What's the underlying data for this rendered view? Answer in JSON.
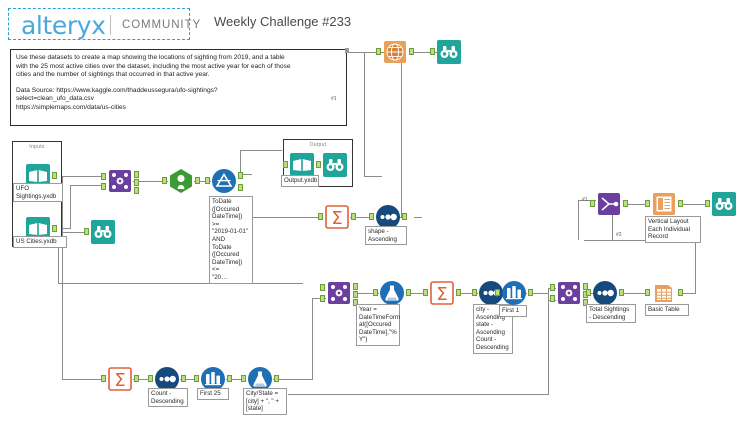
{
  "header": {
    "logo_text": "alteryx",
    "logo_divider": "|",
    "community_text": "COMMUNITY",
    "title": "Weekly Challenge #233",
    "brand_color": "#4aa8dd"
  },
  "comment": {
    "line1": "Use these datasets to create a map showing the locations of sighting from 2019, and a table",
    "line2": "with the 25 most active cities over the dataset, including the most active year for each of those",
    "line3": "cities and the number of sightings that occurred in that active year.",
    "source_line1": "Data Source: https://www.kaggle.com/thaddeussegura/ufo-sightings?",
    "source_line2": "select=clean_ufo_data.csv",
    "source_line3": "https://simplemaps.com/data/us-cities"
  },
  "containers": [
    {
      "name": "inputs-container",
      "header": "Inputs"
    },
    {
      "name": "output-container",
      "header": "Output"
    }
  ],
  "tools": [
    {
      "id": "input-ufo",
      "icon": "input-data-icon",
      "label": "UFO Sightings.yxdb",
      "color": "#1fa59a"
    },
    {
      "id": "input-uscities",
      "icon": "input-data-icon",
      "label": "US Cities.yxdb",
      "color": "#1fa59a"
    },
    {
      "id": "browse-left",
      "icon": "browse-icon",
      "label": "",
      "color": "#1fa59a"
    },
    {
      "id": "join-1",
      "icon": "join-icon",
      "label": "",
      "color": "#6b3fa0"
    },
    {
      "id": "unique-1",
      "icon": "unique-icon",
      "label": "",
      "color": "#3d9b35"
    },
    {
      "id": "filter-1",
      "icon": "filter-icon",
      "label": "ToDate([Occured DateTime]) >= \"2019-01-01\" AND ToDate([Occured DateTime]) <= \"20…",
      "color": "#1f6fb5"
    },
    {
      "id": "output-yxdb",
      "icon": "output-data-icon",
      "label": "Output.yxdb",
      "color": "#1fa59a"
    },
    {
      "id": "browse-output",
      "icon": "browse-icon",
      "label": "",
      "color": "#1fa59a"
    },
    {
      "id": "summarize-1",
      "icon": "summarize-icon",
      "label": "",
      "color": "#e0603a"
    },
    {
      "id": "sort-shape",
      "icon": "sort-icon",
      "label": "shape - Ascending",
      "color": "#174a7c"
    },
    {
      "id": "map-input",
      "icon": "map-input-icon",
      "label": "",
      "color": "#e09a4e"
    },
    {
      "id": "browse-map",
      "icon": "browse-icon",
      "label": "",
      "color": "#1fa59a"
    },
    {
      "id": "summarize-2",
      "icon": "summarize-icon",
      "label": "",
      "color": "#e0603a"
    },
    {
      "id": "sort-count",
      "icon": "sort-icon",
      "label": "Count - Descending",
      "color": "#174a7c"
    },
    {
      "id": "sample-first25",
      "icon": "sample-icon",
      "label": "First 25",
      "color": "#1f6fb5"
    },
    {
      "id": "formula-citystate",
      "icon": "formula-icon",
      "label": "City/State = [city] + \", \" + [state]",
      "color": "#1f6fb5"
    },
    {
      "id": "join-2",
      "icon": "join-icon",
      "label": "",
      "color": "#6b3fa0"
    },
    {
      "id": "formula-year",
      "icon": "formula-icon",
      "label": "Year = DateTimeFormat([Occured DateTime],\"%Y\")",
      "color": "#1f6fb5"
    },
    {
      "id": "summarize-3",
      "icon": "summarize-icon",
      "label": "",
      "color": "#e0603a"
    },
    {
      "id": "sort-city",
      "icon": "sort-icon",
      "label": "city - Ascending state - Ascending Count - Descending",
      "color": "#174a7c"
    },
    {
      "id": "sample-first1",
      "icon": "sample-icon",
      "label": "First 1",
      "color": "#1f6fb5"
    },
    {
      "id": "join-3",
      "icon": "join-icon",
      "label": "",
      "color": "#6b3fa0"
    },
    {
      "id": "sort-total",
      "icon": "sort-icon",
      "label": "Total Sightings - Descending",
      "color": "#174a7c"
    },
    {
      "id": "table-basic",
      "icon": "table-icon",
      "label": "Basic Table",
      "color": "#e09a4e"
    },
    {
      "id": "union-layout",
      "icon": "union-icon",
      "label": "",
      "color": "#6b3fa0"
    },
    {
      "id": "layout-1",
      "icon": "layout-icon",
      "label": "Vertical Layout Each Individual Record",
      "color": "#e09a4e"
    },
    {
      "id": "browse-final",
      "icon": "browse-icon",
      "label": "",
      "color": "#1fa59a"
    }
  ],
  "labels": {
    "ufo_input": "UFO Sightings.yxdb",
    "uscities_input": "US Cities.yxdb",
    "filter_expr_l1": "ToDate",
    "filter_expr_l2": "([Occured",
    "filter_expr_l3": "DateTime]) >=",
    "filter_expr_l4": "\"2019-01-01\"",
    "filter_expr_l5": "AND",
    "filter_expr_l6": "ToDate",
    "filter_expr_l7": "([Occured",
    "filter_expr_l8": "DateTime]) <=",
    "filter_expr_l9": "\"20…",
    "output_yxdb": "Output.yxdb",
    "shape_sort": "shape - Ascending",
    "count_sort_l1": "Count -",
    "count_sort_l2": "Descending",
    "first25": "First 25",
    "citystate_l1": "City/State =",
    "citystate_l2": "[city] + \", \" +",
    "citystate_l3": "[state]",
    "year_l1": "Year =",
    "year_l2": "DateTimeForm",
    "year_l3": "at([Occured",
    "year_l4": "DateTime],\"%",
    "year_l5": "Y\")",
    "citysort_l1": "city -",
    "citysort_l2": "Ascending",
    "citysort_l3": "state -",
    "citysort_l4": "Ascending",
    "citysort_l5": "Count -",
    "citysort_l6": "Descending",
    "first1": "First 1",
    "totalsort_l1": "Total Sightings",
    "totalsort_l2": "- Descending",
    "basic_table": "Basic Table",
    "layout_l1": "Vertical Layout",
    "layout_l2": "Each Individual",
    "layout_l3": "Record",
    "marker_1": "#1",
    "marker_2": "#2"
  }
}
